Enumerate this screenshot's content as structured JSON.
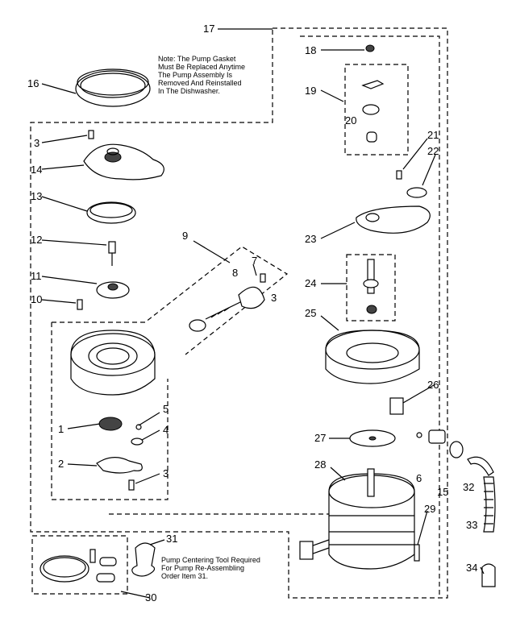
{
  "note_gasket": {
    "line1": "Note: The Pump Gasket",
    "line2": "Must Be Replaced Anytime",
    "line3": "The Pump Assembly Is",
    "line4": "Removed And Reinstalled",
    "line5": "In The Dishwasher."
  },
  "note_tool": {
    "line1": "Pump Centering Tool Required",
    "line2": "For Pump Re-Assembling",
    "line3": "Order Item 31."
  },
  "callouts": {
    "c1": "1",
    "c2": "2",
    "c3a": "3",
    "c3b": "3",
    "c3c": "3",
    "c4": "4",
    "c5": "5",
    "c6": "6",
    "c7": "7",
    "c8": "8",
    "c9": "9",
    "c10": "10",
    "c11": "11",
    "c12": "12",
    "c13": "13",
    "c14": "14",
    "c15": "15",
    "c16": "16",
    "c17": "17",
    "c18": "18",
    "c19": "19",
    "c20": "20",
    "c21": "21",
    "c22": "22",
    "c23": "23",
    "c24": "24",
    "c25": "25",
    "c26": "26",
    "c27": "27",
    "c28": "28",
    "c29": "29",
    "c30": "30",
    "c31": "31",
    "c32": "32",
    "c33": "33",
    "c34": "34"
  }
}
